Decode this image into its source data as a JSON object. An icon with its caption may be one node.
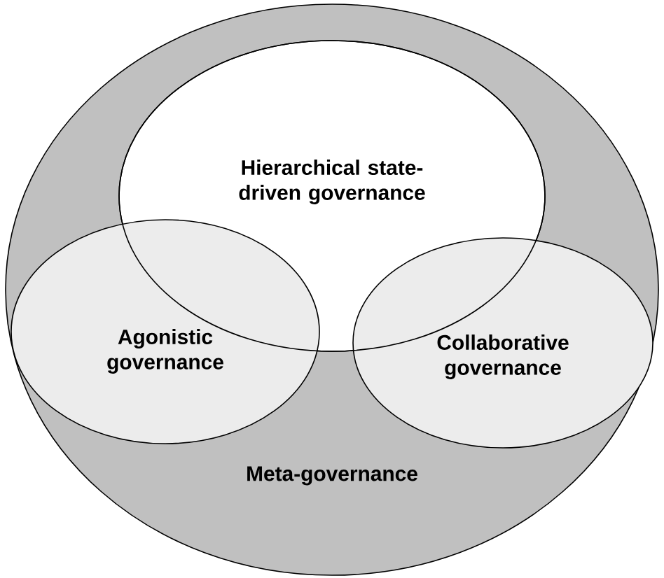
{
  "diagram": {
    "nodes": [
      {
        "text": [
          "Meta-governance"
        ]
      },
      {
        "text": [
          "Hierarchical state-driven governance"
        ],
        "in": 0
      },
      {
        "text": [
          "Agonistic governance"
        ],
        "in": 0
      },
      {
        "text": [
          "Collaborative governance"
        ],
        "in": 0
      }
    ]
  }
}
